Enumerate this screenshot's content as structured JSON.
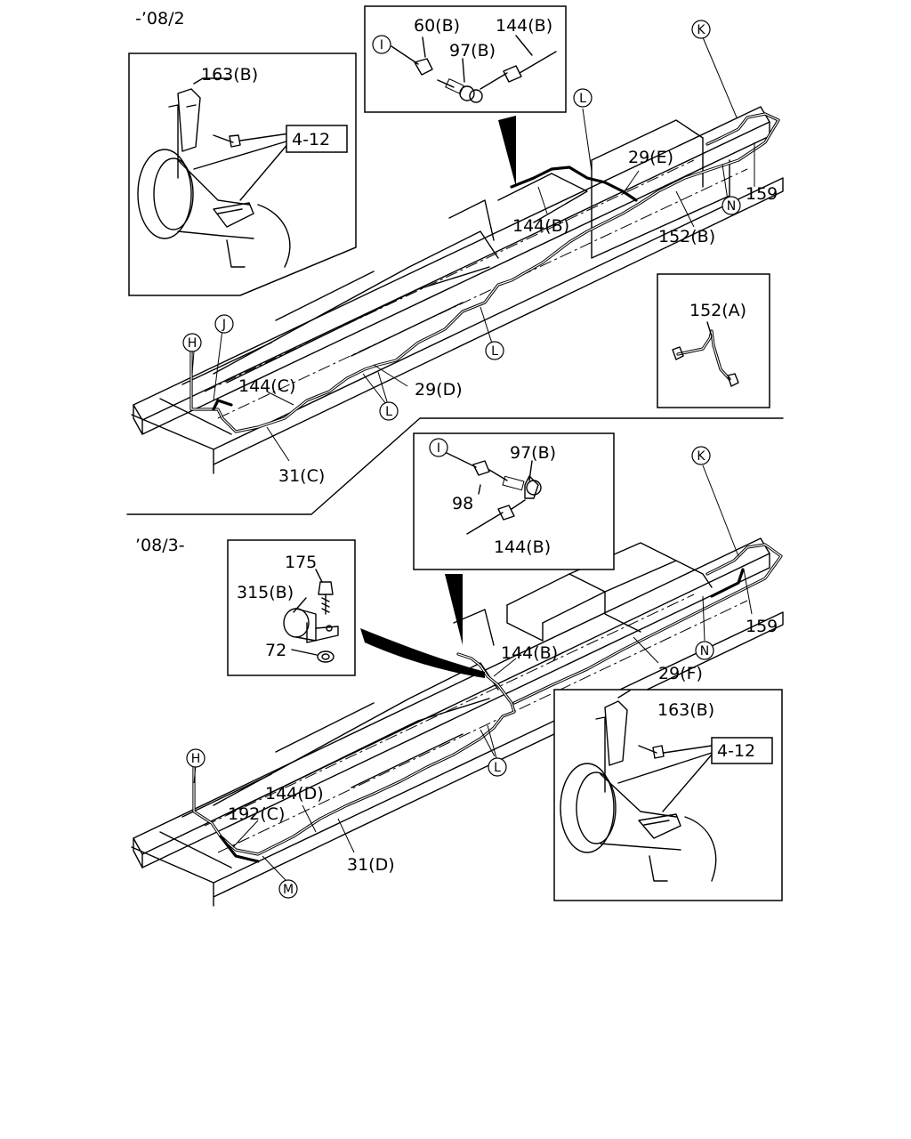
{
  "sections": {
    "upper_period": "-’08/2",
    "lower_period": "’08/3-"
  },
  "upper": {
    "callouts": [
      "60(B)",
      "144(B)",
      "97(B)",
      "163(B)",
      "4-12",
      "29(E)",
      "159",
      "144(B)",
      "152(B)",
      "152(A)",
      "144(C)",
      "29(D)",
      "31(C)"
    ],
    "circles": [
      "I",
      "K",
      "L",
      "N",
      "L",
      "J",
      "H",
      "L"
    ]
  },
  "lower": {
    "callouts": [
      "97(B)",
      "98",
      "144(B)",
      "175",
      "315(B)",
      "72",
      "144(B)",
      "159",
      "29(F)",
      "163(B)",
      "4-12",
      "144(D)",
      "192(C)",
      "31(D)"
    ],
    "circles": [
      "I",
      "K",
      "N",
      "H",
      "L",
      "M"
    ]
  }
}
